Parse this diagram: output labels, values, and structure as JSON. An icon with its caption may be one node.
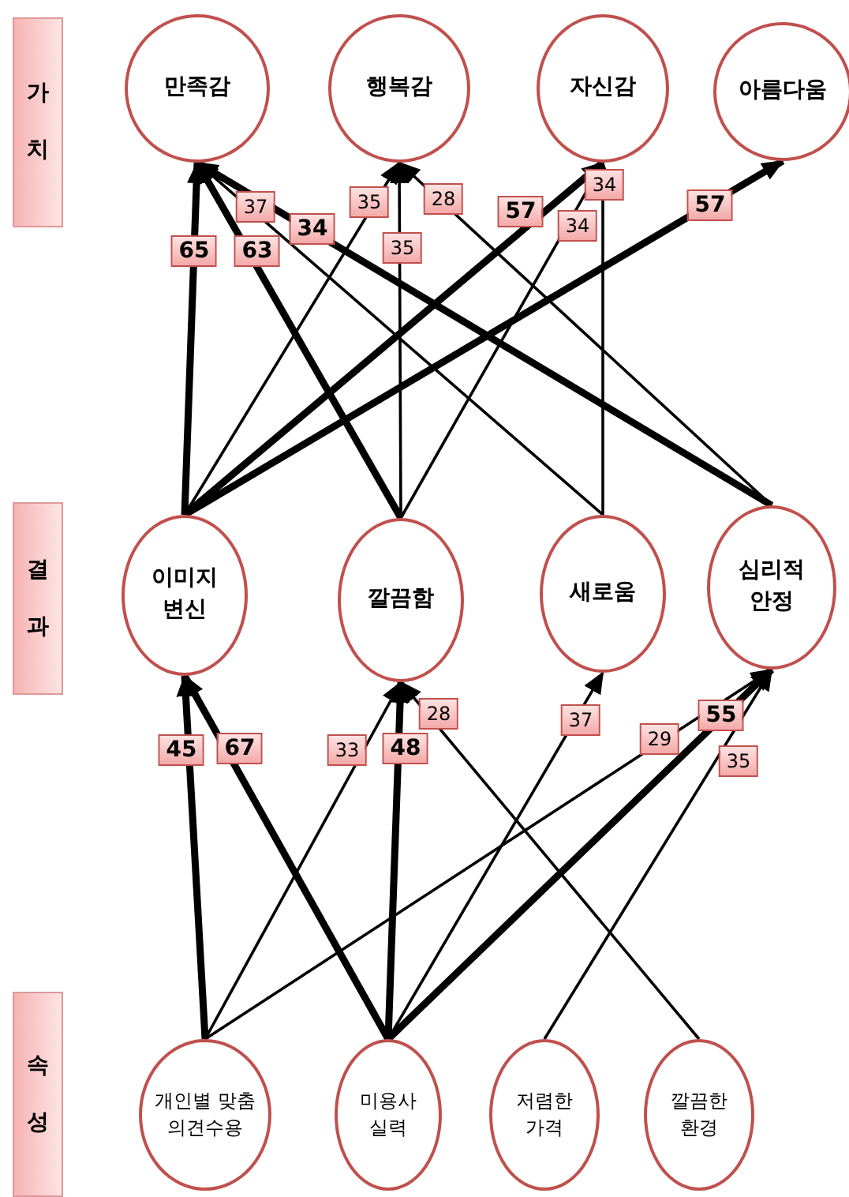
{
  "diagram": {
    "nodes": [
      {
        "text": [
          "가치"
        ]
      },
      {
        "text": [
          "만족감"
        ]
      },
      {
        "text": [
          "행복감"
        ]
      },
      {
        "text": [
          "자신감"
        ]
      },
      {
        "text": [
          "아름다움"
        ]
      },
      {
        "text": [
          "결과"
        ]
      },
      {
        "text": [
          "이미지 변신"
        ]
      },
      {
        "text": [
          "깔끔함"
        ]
      },
      {
        "text": [
          "새로움"
        ]
      },
      {
        "text": [
          "심리적 안정"
        ]
      },
      {
        "text": [
          "속성"
        ]
      },
      {
        "text": [
          "개인별 맞춤 의견수용"
        ]
      },
      {
        "text": [
          "미용사 실력"
        ]
      },
      {
        "text": [
          "저렴한 가격"
        ]
      },
      {
        "text": [
          "깔끔한 환경"
        ]
      }
    ],
    "edges": [
      {
        "from": 6,
        "to": 1,
        "arrow": "to",
        "label": "65",
        "style": "thick"
      },
      {
        "from": 7,
        "to": 1,
        "arrow": "to",
        "label": "63",
        "style": "thick"
      },
      {
        "from": 8,
        "to": 1,
        "arrow": "to",
        "label": "37"
      },
      {
        "from": 9,
        "to": 1,
        "arrow": "to",
        "label": "34",
        "style": "thick"
      },
      {
        "from": 6,
        "to": 2,
        "arrow": "to",
        "label": "35"
      },
      {
        "from": 7,
        "to": 2,
        "arrow": "to",
        "label": "35"
      },
      {
        "from": 9,
        "to": 2,
        "arrow": "to",
        "label": "28"
      },
      {
        "from": 6,
        "to": 3,
        "arrow": "to",
        "label": "57",
        "style": "thick"
      },
      {
        "from": 7,
        "to": 3,
        "arrow": "to",
        "label": "34"
      },
      {
        "from": 8,
        "to": 3,
        "arrow": "to",
        "label": "34"
      },
      {
        "from": 6,
        "to": 4,
        "arrow": "to",
        "label": "57",
        "style": "thick"
      },
      {
        "from": 11,
        "to": 6,
        "arrow": "to",
        "label": "45",
        "style": "thick"
      },
      {
        "from": 12,
        "to": 6,
        "arrow": "to",
        "label": "67",
        "style": "thick"
      },
      {
        "from": 11,
        "to": 7,
        "arrow": "to",
        "label": "33"
      },
      {
        "from": 12,
        "to": 7,
        "arrow": "to",
        "label": "48",
        "style": "thick"
      },
      {
        "from": 14,
        "to": 7,
        "arrow": "to",
        "label": "28"
      },
      {
        "from": 12,
        "to": 8,
        "arrow": "to",
        "label": "37"
      },
      {
        "from": 11,
        "to": 9,
        "arrow": "to",
        "label": "29"
      },
      {
        "from": 12,
        "to": 9,
        "arrow": "to",
        "label": "55",
        "style": "thick"
      },
      {
        "from": 13,
        "to": 9,
        "arrow": "to",
        "label": "35"
      }
    ]
  }
}
